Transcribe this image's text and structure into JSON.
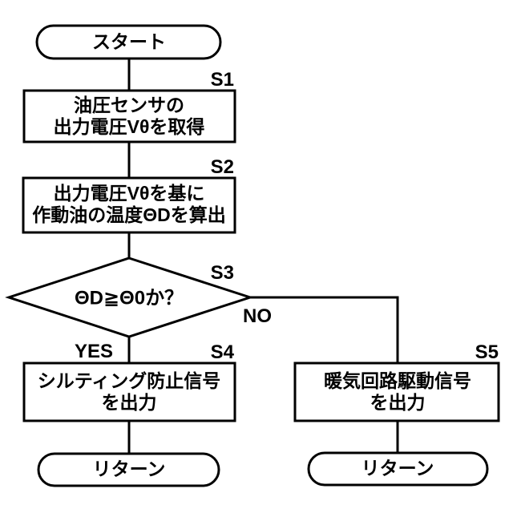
{
  "diagram": {
    "title": "hydraulic-oil-temperature-control-flowchart",
    "background_color": "#ffffff",
    "line_color": "#000000",
    "fill_color": "#ffffff"
  },
  "nodes": {
    "start": {
      "type": "terminator",
      "label": "スタート"
    },
    "s1": {
      "type": "process",
      "step": "S1",
      "line1": "油圧センサの",
      "line2": "出力電圧Vθを取得"
    },
    "s2": {
      "type": "process",
      "step": "S2",
      "line1": "出力電圧Vθを基に",
      "line2": "作動油の温度ΘDを算出"
    },
    "s3": {
      "type": "decision",
      "step": "S3",
      "condition": "ΘD≧Θ0か？",
      "yes_label": "YES",
      "no_label": "NO"
    },
    "s4": {
      "type": "process",
      "step": "S4",
      "line1": "シルティング防止信号",
      "line2": "を出力"
    },
    "s5": {
      "type": "process",
      "step": "S5",
      "line1": "暖気回路駆動信号",
      "line2": "を出力"
    },
    "return_left": {
      "type": "terminator",
      "label": "リターン"
    },
    "return_right": {
      "type": "terminator",
      "label": "リターン"
    }
  },
  "flow": {
    "edges": [
      "start -> s1",
      "s1 -> s2",
      "s2 -> s3",
      "s3 -YES-> s4",
      "s3 -NO-> s5",
      "s4 -> return_left",
      "s5 -> return_right"
    ]
  }
}
